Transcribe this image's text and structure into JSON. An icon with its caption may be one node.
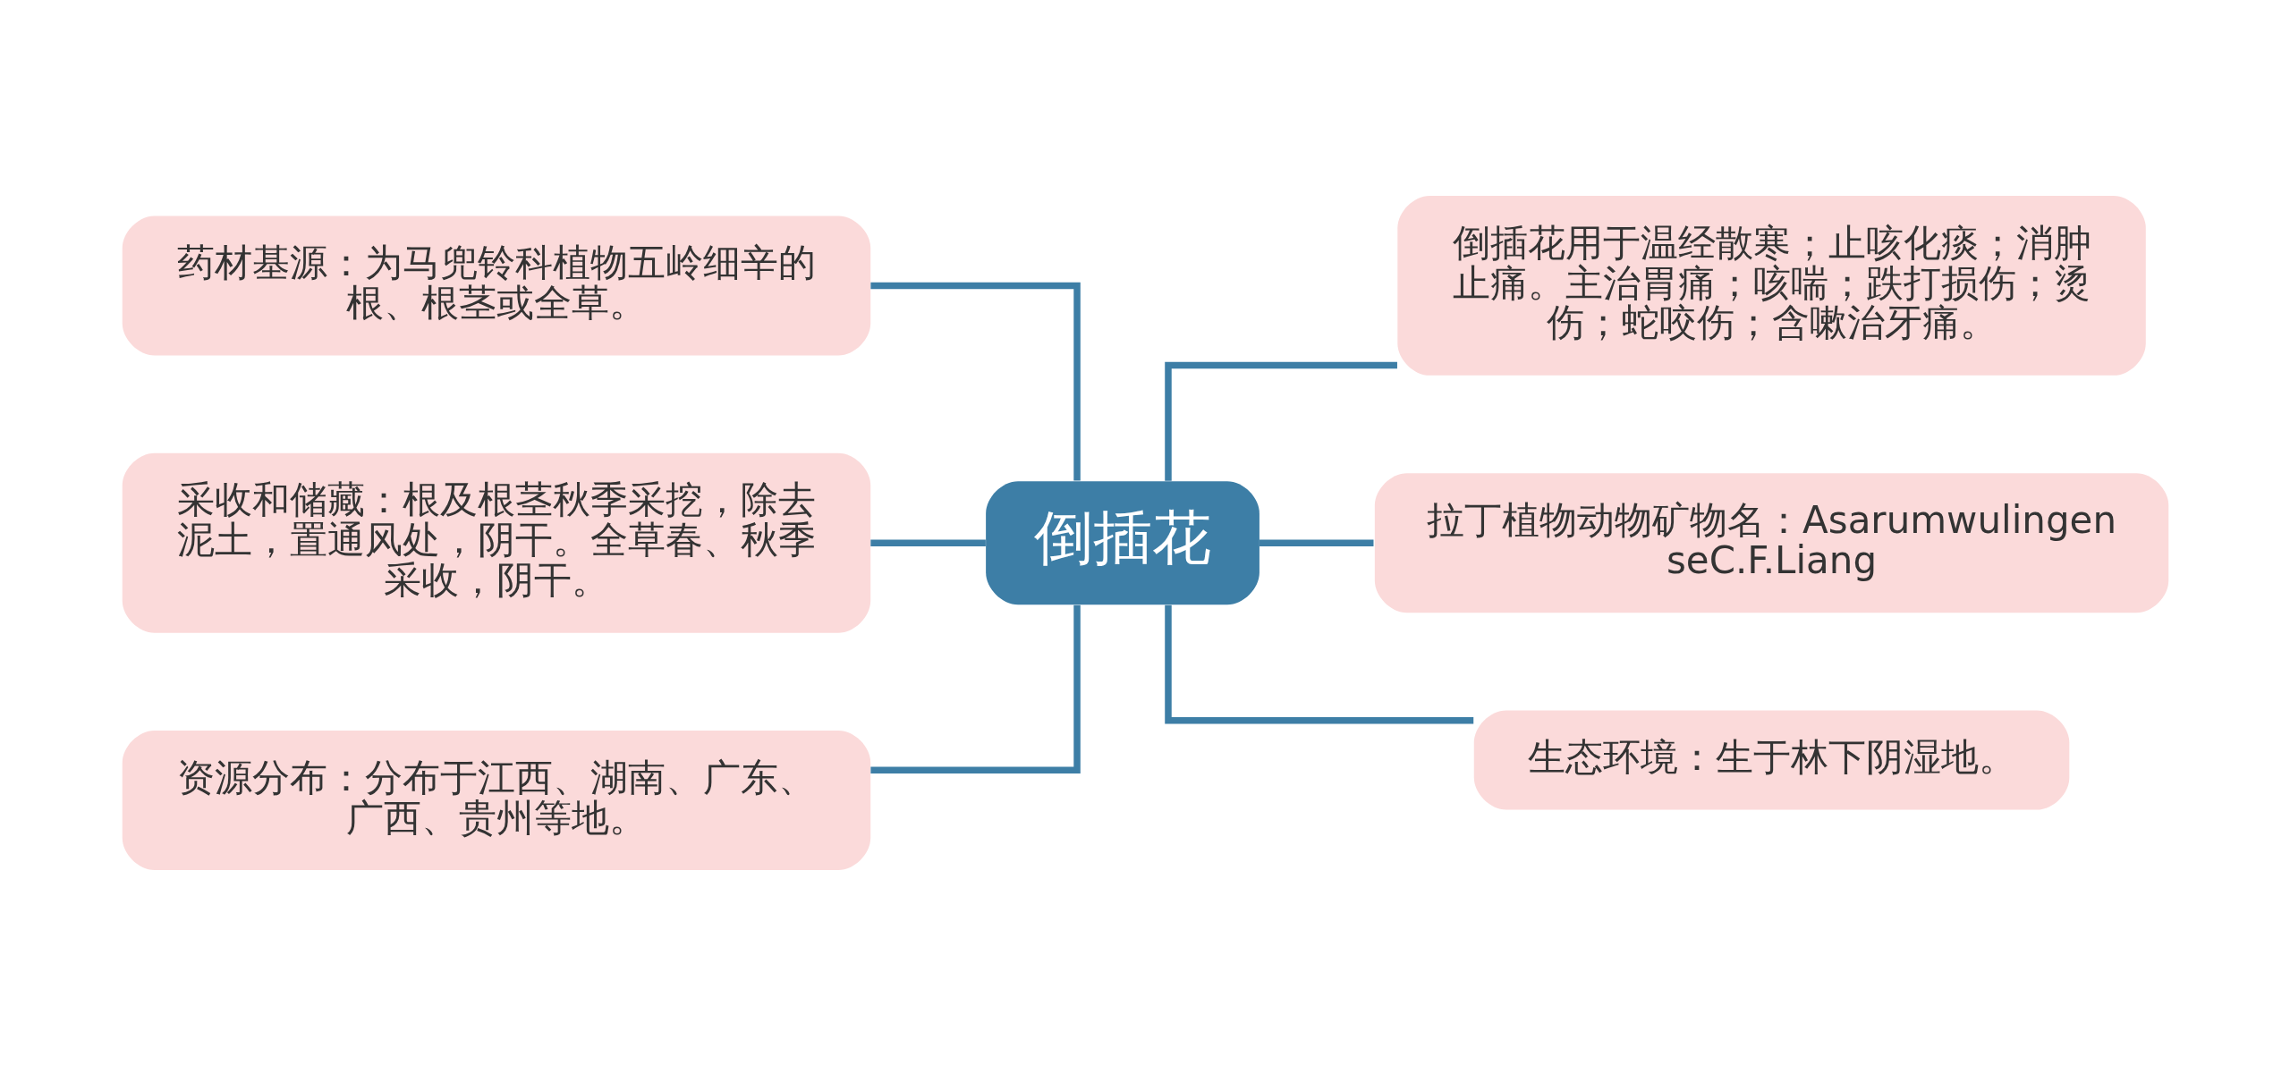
{
  "diagram": {
    "nodes": [
      {
        "text": [
          "倒插花"
        ]
      },
      {
        "text": [
          "药材基源：为马兜铃科植物五岭细辛的根、根茎或全草。"
        ]
      },
      {
        "text": [
          "采收和储藏：根及根茎秋季采挖，除去泥土，置通风处，阴干。全草春、秋季采收，阴干。"
        ]
      },
      {
        "text": [
          "资源分布：分布于江西、湖南、广东、广西、贵州等地。"
        ]
      },
      {
        "text": [
          "倒插花用于温经散寒；止咳化痰；消肿止痛。主治胃痛；咳喘；跌打损伤；烫伤；蛇咬伤；含嗽治牙痛。"
        ]
      },
      {
        "text": [
          "拉丁植物动物矿物名：AsarumwulingenseC.F.Liang"
        ]
      },
      {
        "text": [
          "生态环境：生于林下阴湿地。"
        ]
      }
    ],
    "edges": [
      {
        "from": 0,
        "to": 1,
        "arrow": "none"
      },
      {
        "from": 0,
        "to": 2,
        "arrow": "none"
      },
      {
        "from": 0,
        "to": 3,
        "arrow": "none"
      },
      {
        "from": 0,
        "to": 4,
        "arrow": "none"
      },
      {
        "from": 0,
        "to": 5,
        "arrow": "none"
      },
      {
        "from": 0,
        "to": 6,
        "arrow": "none"
      }
    ]
  }
}
